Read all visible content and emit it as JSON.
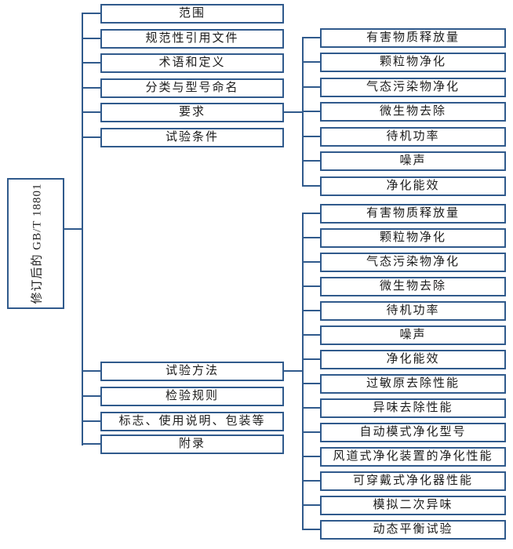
{
  "diagram": {
    "title_hint": "Structure tree of revised standard GB/T 18801",
    "root": "修订后的 GB/T 18801",
    "clauses_top": [
      "范围",
      "规范性引用文件",
      "术语和定义",
      "分类与型号命名",
      "要求",
      "试验条件"
    ],
    "clauses_bottom": [
      "试验方法",
      "检验规则",
      "标志、使用说明、包装等",
      "附录"
    ],
    "requirements_items": [
      "有害物质释放量",
      "颗粒物净化",
      "气态污染物净化",
      "微生物去除",
      "待机功率",
      "噪声",
      "净化能效"
    ],
    "test_method_items": [
      "有害物质释放量",
      "颗粒物净化",
      "气态污染物净化",
      "微生物去除",
      "待机功率",
      "噪声",
      "净化能效",
      "过敏原去除性能",
      "异味去除性能",
      "自动模式净化型号",
      "风道式净化装置的净化性能",
      "可穿戴式净化器性能",
      "模拟二次异味",
      "动态平衡试验"
    ],
    "colors": {
      "line": "#305a8c",
      "text": "#1c1c1c",
      "background": "#ffffff"
    }
  }
}
